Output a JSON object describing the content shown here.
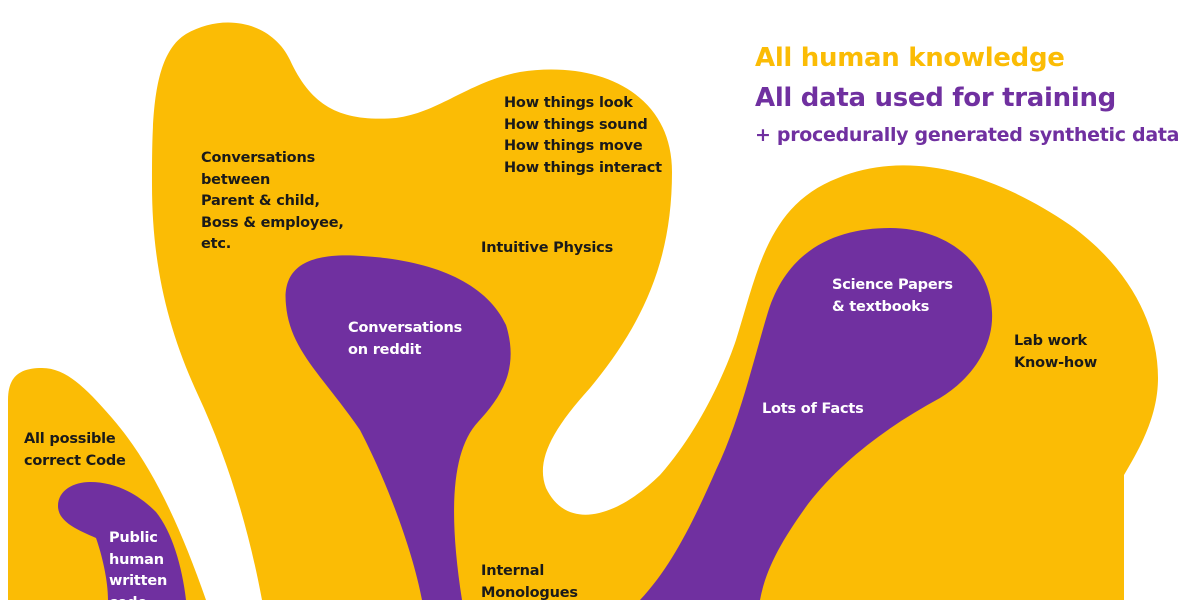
{
  "colors": {
    "knowledge": "#FBBC05",
    "training": "#7030A0",
    "dark_text": "#1a1a1a",
    "light_text": "#ffffff"
  },
  "legend": {
    "knowledge_label": "All human knowledge",
    "training_label": "All data used for training",
    "synthetic_label": "+ procedurally generated synthetic data"
  },
  "labels": {
    "conversations_between": [
      "Conversations",
      "between",
      "Parent & child,",
      "Boss & employee,",
      "etc."
    ],
    "how_things": [
      "How things look",
      "How things sound",
      "How things move",
      "How things interact"
    ],
    "intuitive_physics": [
      "Intuitive Physics"
    ],
    "conversations_reddit": [
      "Conversations",
      "on reddit"
    ],
    "science_papers": [
      "Science Papers",
      "& textbooks"
    ],
    "lab_work": [
      "Lab work",
      "Know-how"
    ],
    "lots_of_facts": [
      "Lots of Facts"
    ],
    "correct_code": [
      "All possible",
      "correct Code"
    ],
    "public_code": [
      "Public",
      "human",
      "written",
      "code"
    ],
    "internal_monologues": [
      "Internal",
      "Monologues"
    ]
  }
}
